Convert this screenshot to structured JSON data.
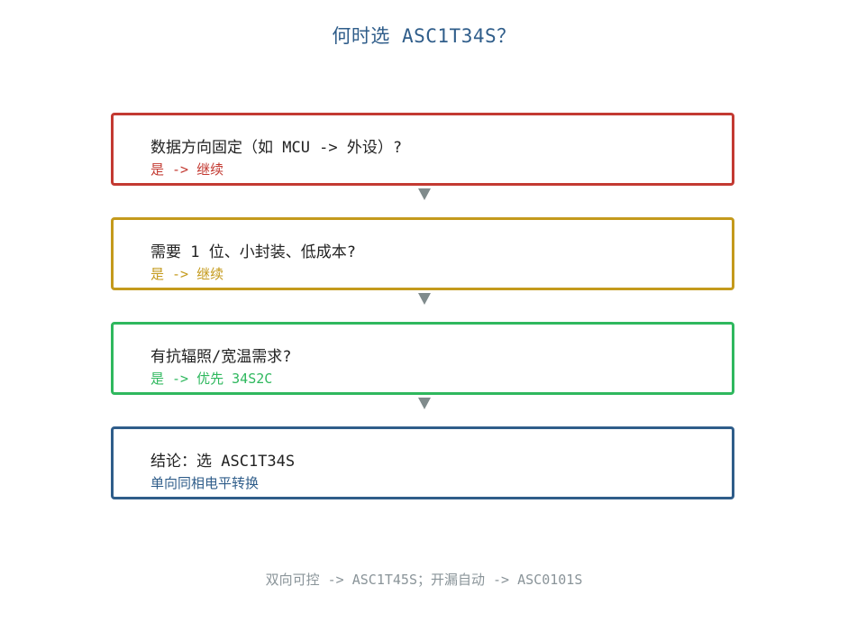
{
  "title": "何时选 ASC1T34S？",
  "steps": [
    {
      "question": "数据方向固定（如 MCU -> 外设）?",
      "answer": "是 -> 继续",
      "color": "#c33a32"
    },
    {
      "question": "需要 1 位、小封装、低成本?",
      "answer": "是 -> 继续",
      "color": "#c49a1c"
    },
    {
      "question": "有抗辐照/宽温需求?",
      "answer": "是 -> 优先 34S2C",
      "color": "#2fb85e"
    },
    {
      "question": "结论：选 ASC1T34S",
      "answer": "单向同相电平转换",
      "color": "#2f5d8a"
    }
  ],
  "arrow_color": "#808b8c",
  "footer": "双向可控 -> ASC1T45S；开漏自动 -> ASC0101S"
}
